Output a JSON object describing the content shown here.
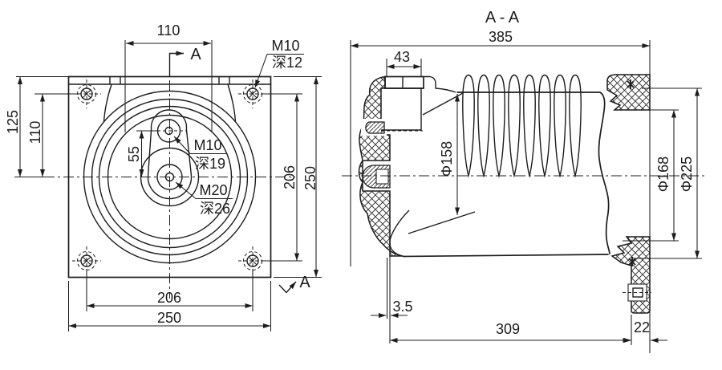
{
  "colors": {
    "line": "#1c1c1c",
    "background": "#ffffff"
  },
  "front_view": {
    "dim_top_width": "110",
    "dim_left_height_full": "125",
    "dim_left_height_inner": "110",
    "dim_hole_pitch": "55",
    "dim_right_hole_spacing": "206",
    "dim_right_full": "250",
    "dim_bottom_hole_spacing": "206",
    "dim_bottom_full": "250",
    "section_label": "A",
    "corner_hole_thread": "M10",
    "corner_hole_depth": "深12",
    "upper_hole_thread": "M10",
    "upper_hole_depth": "深19",
    "center_hole_thread": "M20",
    "center_hole_depth": "深26"
  },
  "section_view": {
    "title": "A - A",
    "dim_overall_length": "385",
    "dim_terminal_width": "43",
    "dim_core_diameter": "Φ158",
    "dim_inner_diameter": "Φ168",
    "dim_flange_diameter": "Φ225",
    "dim_face_offset": "3.5",
    "dim_body_length": "309",
    "dim_flange_width": "22"
  }
}
